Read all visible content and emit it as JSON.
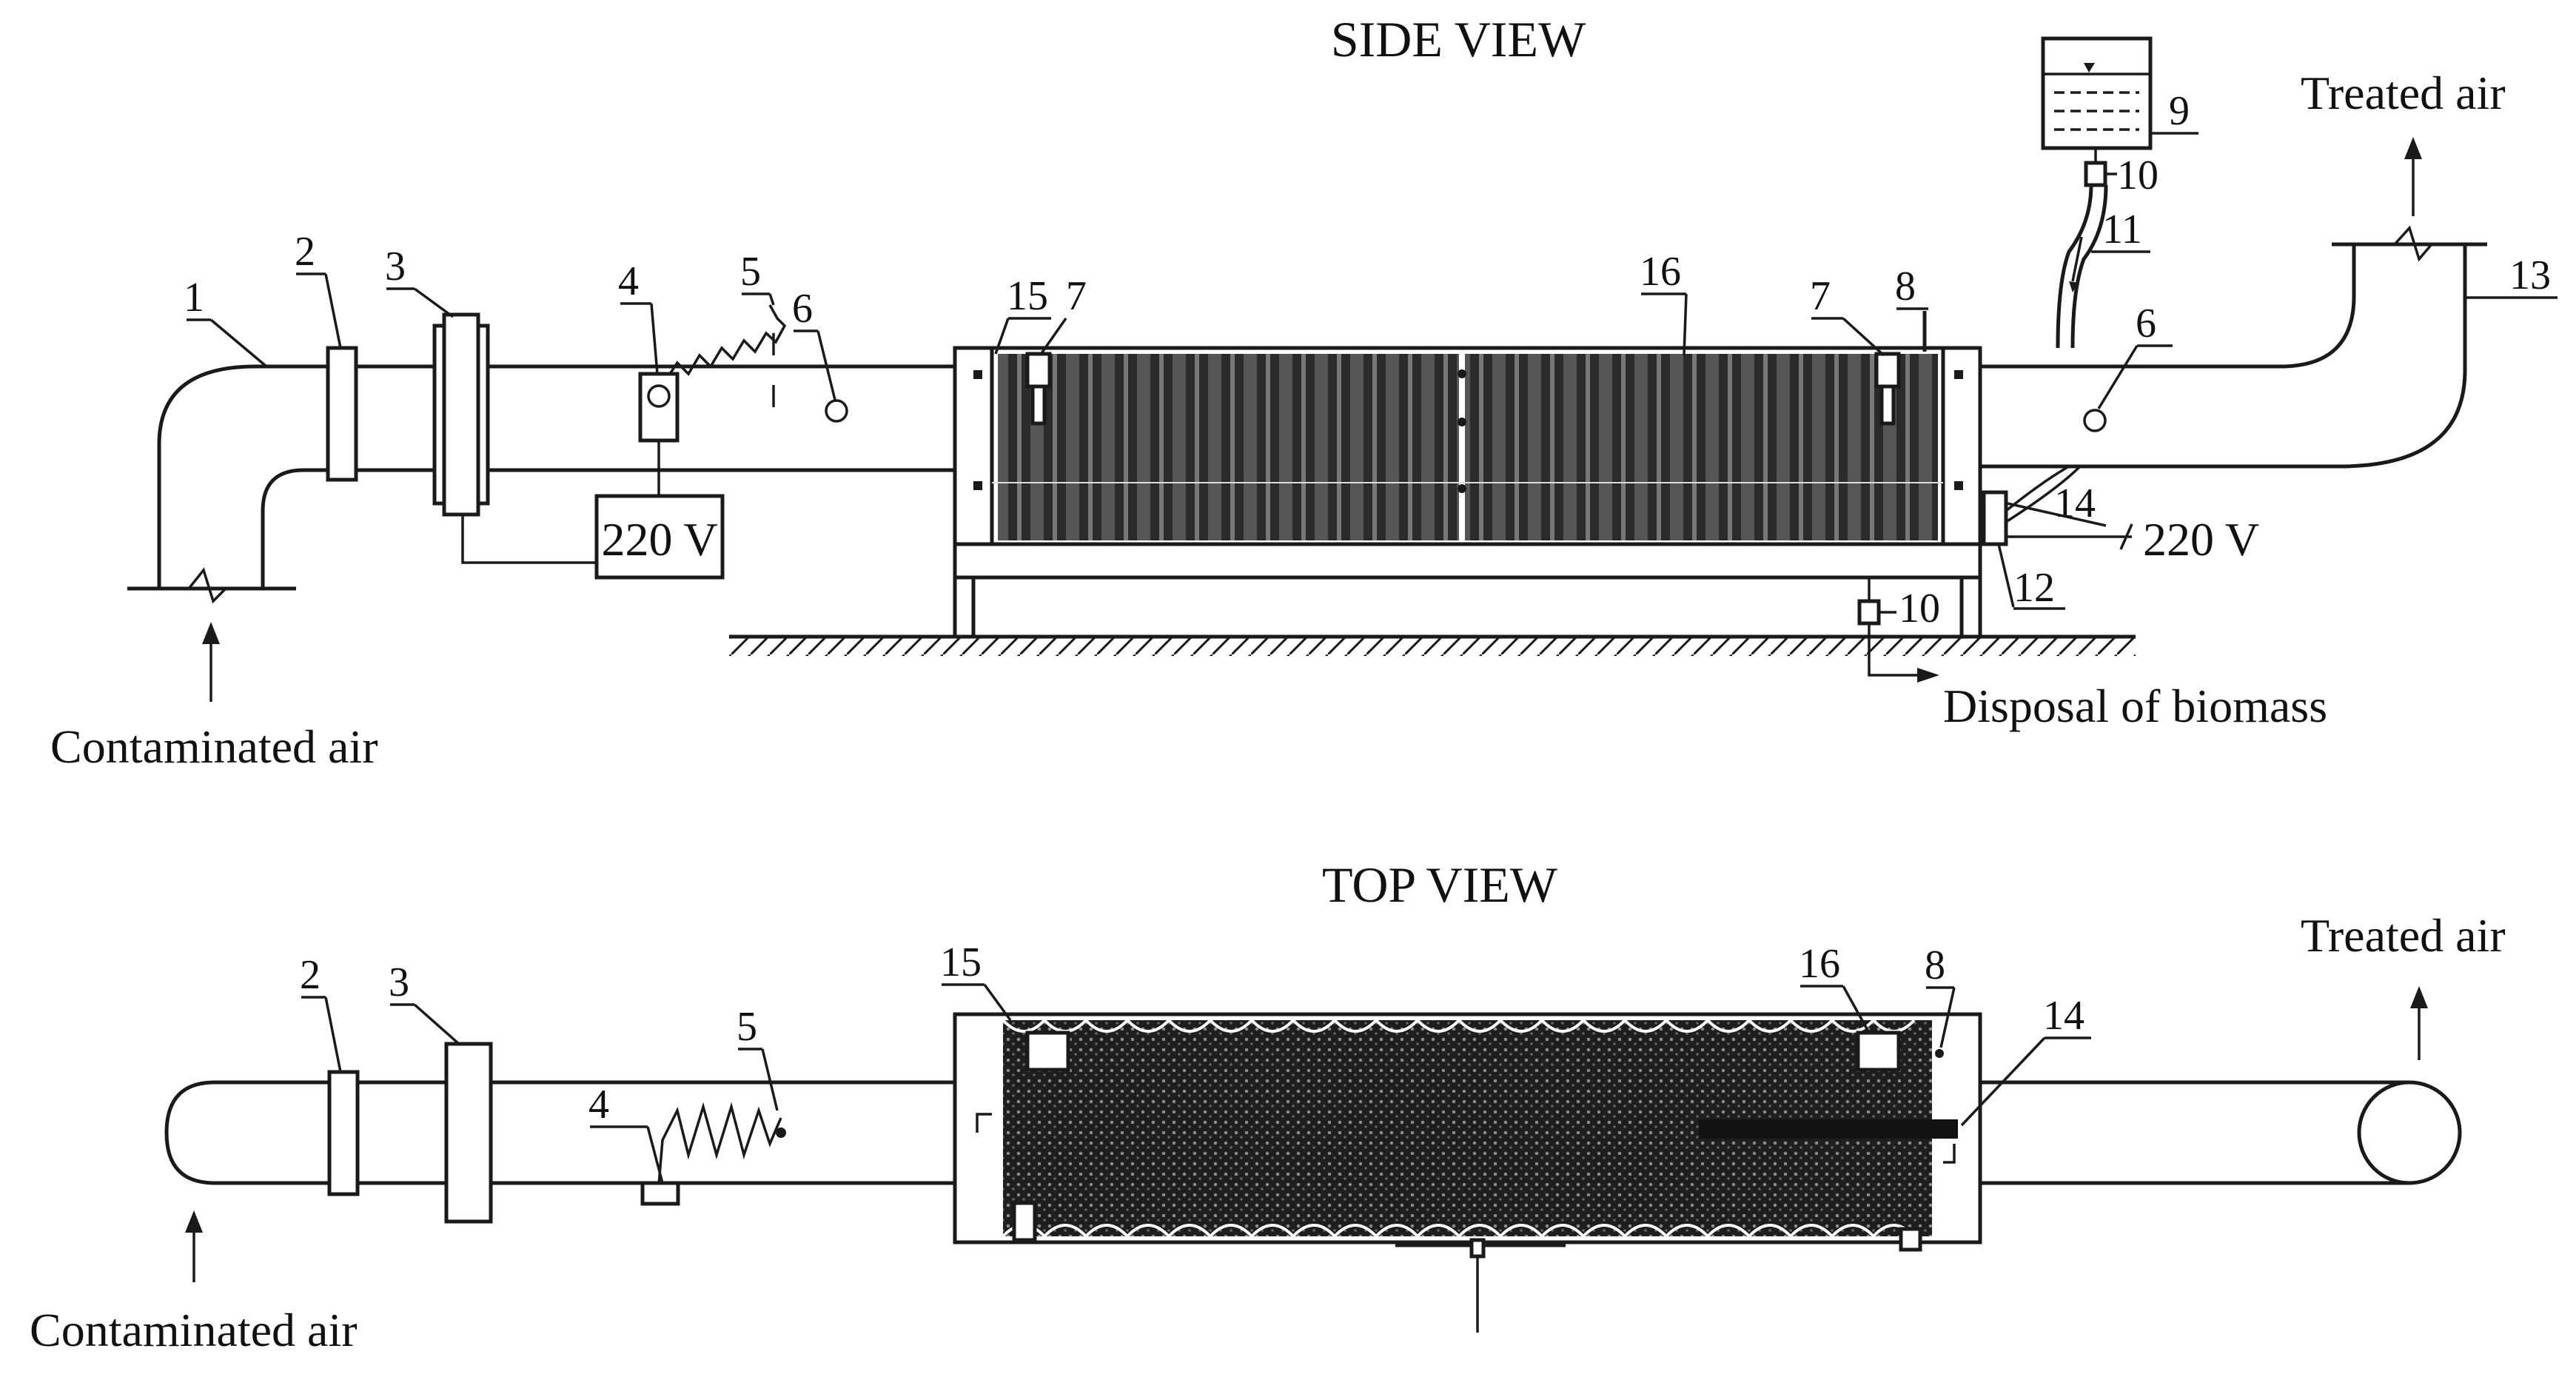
{
  "side_view": {
    "title": "SIDE VIEW",
    "labels": {
      "n1": "1",
      "n2": "2",
      "n3": "3",
      "n4": "4",
      "n5": "5",
      "n6a": "6",
      "n15": "15",
      "n7a": "7",
      "n16": "16",
      "n7b": "7",
      "n8": "8",
      "n9": "9",
      "n10a": "10",
      "n11": "11",
      "n6b": "6",
      "n13": "13",
      "n14": "14",
      "n12": "12",
      "n10b": "10"
    },
    "voltage_main": "220 V",
    "voltage_pump": "220 V",
    "inlet_caption": "Contaminated air",
    "outlet_caption": "Treated air",
    "drain_caption": "Disposal of biomass"
  },
  "top_view": {
    "title": "TOP VIEW",
    "labels": {
      "n2": "2",
      "n3": "3",
      "n4": "4",
      "n5": "5",
      "n15": "15",
      "n16": "16",
      "n8": "8",
      "n14": "14"
    },
    "inlet_caption": "Contaminated air",
    "outlet_caption": "Treated air"
  }
}
